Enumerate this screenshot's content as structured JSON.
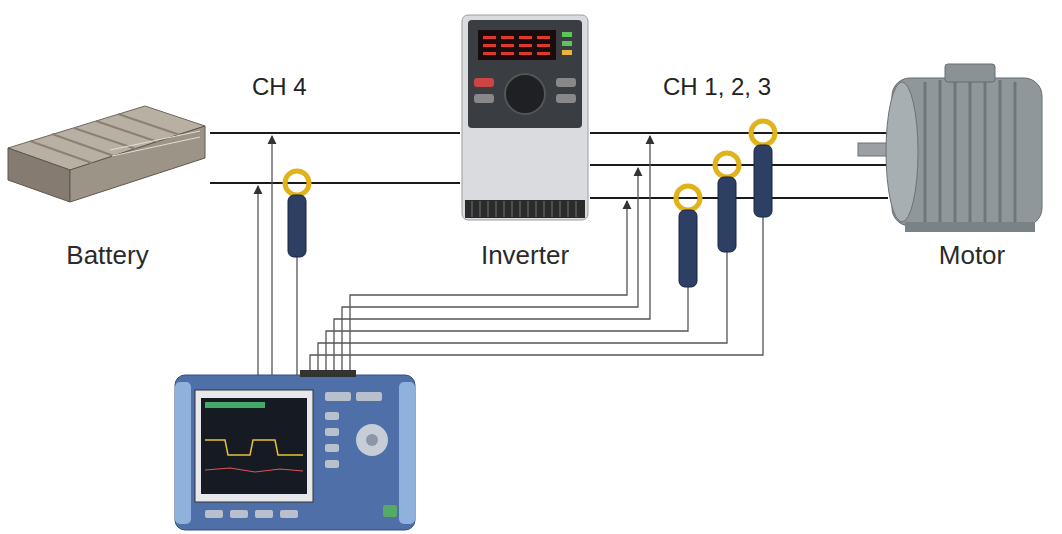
{
  "diagram": {
    "nodes": [
      {
        "text": [
          "Battery"
        ]
      },
      {
        "text": [
          "Inverter"
        ]
      },
      {
        "text": [
          "Motor"
        ]
      }
    ],
    "edges": [
      {
        "from": 0,
        "to": 1,
        "arrow": "none"
      },
      {
        "from": 0,
        "to": 1,
        "arrow": "none"
      },
      {
        "from": 1,
        "to": 2,
        "arrow": "none"
      },
      {
        "from": 1,
        "to": 2,
        "arrow": "none"
      },
      {
        "from": 1,
        "to": 2,
        "arrow": "none"
      }
    ],
    "labels": [
      "CH 4",
      "CH 1, 2, 3"
    ]
  }
}
